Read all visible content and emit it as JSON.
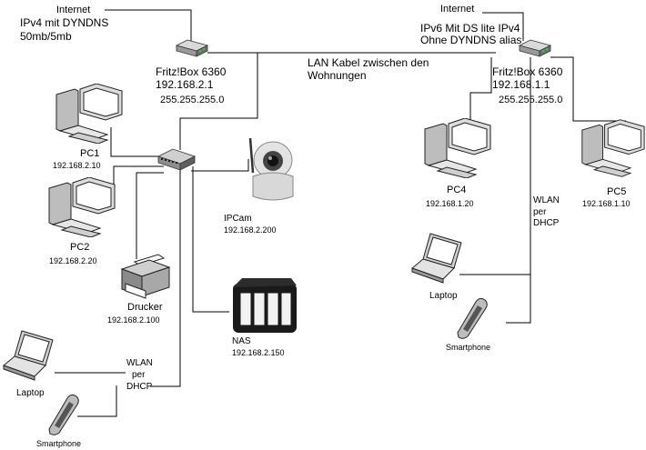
{
  "left_site": {
    "internet_label": "Internet",
    "connection_line1": "IPv4 mit DYNDNS",
    "connection_line2": "50mb/5mb",
    "router_name": "Fritz!Box 6360",
    "router_ip": "192.168.2.1",
    "router_mask": "255.255.255.0",
    "devices": {
      "pc1_name": "PC1",
      "pc1_ip": "192.168.2.10",
      "pc2_name": "PC2",
      "pc2_ip": "192.168.2.20",
      "printer_name": "Drucker",
      "printer_ip": "192.168.2.100",
      "ipcam_name": "IPCam",
      "ipcam_ip": "192.168.2.200",
      "nas_name": "NAS",
      "nas_ip": "192.168.2.150",
      "laptop_name": "Laptop",
      "smartphone_name": "Smartphone"
    },
    "wlan_line1": "WLAN",
    "wlan_line2": "per",
    "wlan_line3": "DHCP"
  },
  "lan_cable_line1": "LAN Kabel zwischen den",
  "lan_cable_line2": "Wohnungen",
  "right_site": {
    "internet_label": "Internet",
    "connection_line1": "IPv6 Mit DS lite IPv4",
    "connection_line2": "Ohne DYNDNS alias",
    "router_name": "Fritz!Box 6360",
    "router_ip": "192.168.1.1",
    "router_mask": "255.255.255.0",
    "devices": {
      "pc4_name": "PC4",
      "pc4_ip": "192.168.1.20",
      "pc5_name": "PC5",
      "pc5_ip": "192.168.1.10",
      "laptop_name": "Laptop",
      "smartphone_name": "Smartphone"
    },
    "wlan_line1": "WLAN",
    "wlan_line2": "per",
    "wlan_line3": "DHCP"
  }
}
